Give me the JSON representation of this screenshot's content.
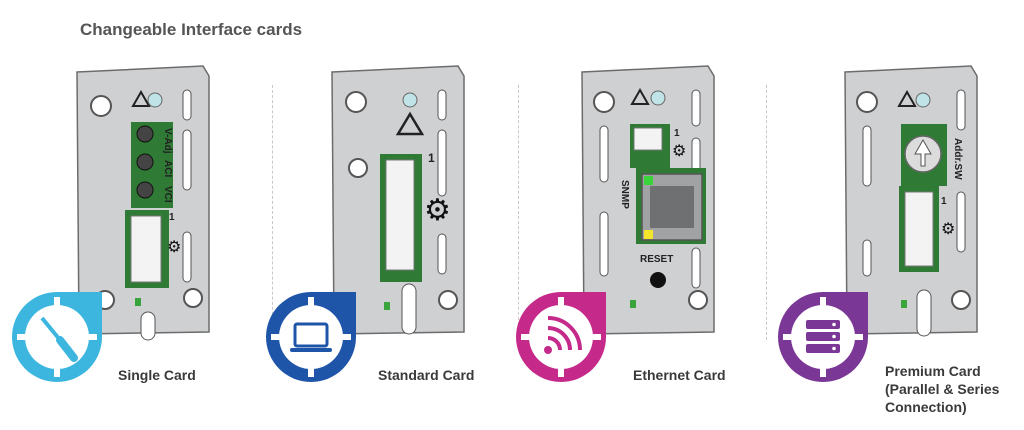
{
  "title": "Changeable Interface cards",
  "colors": {
    "single": "#3cb6df",
    "standard": "#1f55a8",
    "ethernet": "#c52a8b",
    "premium": "#7b3795",
    "plate": "#cfd0d2",
    "pcb": "#2f7a34"
  },
  "cards": [
    {
      "label": "Single Card",
      "icon": "screwdriver-icon",
      "texts": {
        "v_adj": "V-Adj",
        "aci": "ACI",
        "vci": "VCI",
        "pin": "1"
      }
    },
    {
      "label": "Standard Card",
      "icon": "laptop-icon",
      "texts": {
        "pin": "1"
      }
    },
    {
      "label": "Ethernet Card",
      "icon": "wifi-signal-icon",
      "texts": {
        "pin": "1",
        "snmp": "SNMP",
        "reset": "RESET"
      }
    },
    {
      "label_lines": [
        "Premium Card",
        "(Parallel & Series",
        "Connection)"
      ],
      "icon": "server-stack-icon",
      "texts": {
        "addr_sw": "Addr.SW",
        "pin": "1"
      }
    }
  ]
}
